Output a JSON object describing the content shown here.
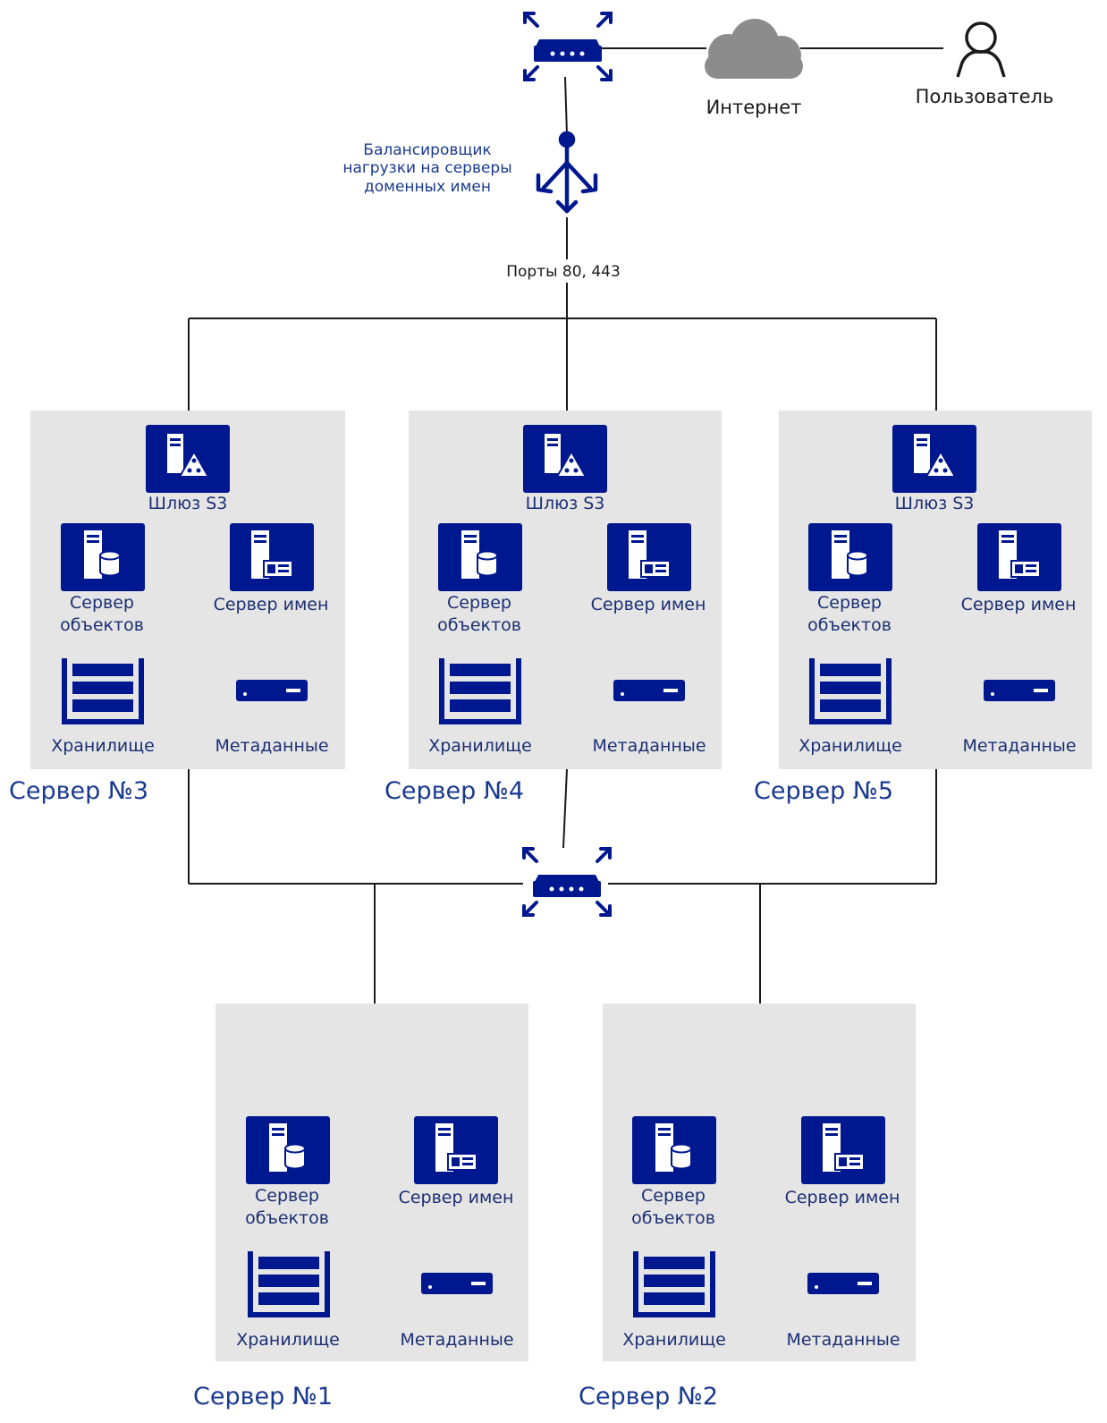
{
  "internet": {
    "label": "Интернет"
  },
  "user": {
    "label": "Пользователь"
  },
  "balancer": {
    "label_line1": "Балансировщик",
    "label_line2": "нагрузки на серверы",
    "label_line3": "доменных имен"
  },
  "ports": {
    "label": "Порты 80, 443"
  },
  "component_labels": {
    "gateway": "Шлюз S3",
    "object_server_line1": "Сервер",
    "object_server_line2": "объектов",
    "name_server": "Сервер имен",
    "storage": "Хранилище",
    "metadata": "Метаданные"
  },
  "servers": [
    {
      "title": "Сервер №3"
    },
    {
      "title": "Сервер №4"
    },
    {
      "title": "Сервер №5"
    },
    {
      "title": "Сервер №1"
    },
    {
      "title": "Сервер №2"
    }
  ],
  "colors": {
    "icon_blue": "#00188f",
    "panel_gray": "#e5e5e5",
    "cloud_gray": "#8c8c8c",
    "line": "#1a1a1a"
  }
}
